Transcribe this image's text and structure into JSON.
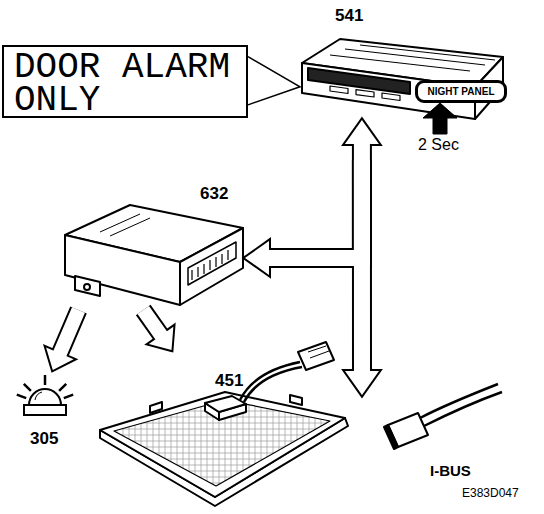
{
  "diagram": {
    "nodes": [
      {
        "text": [
          "DOOR ALARM ONLY"
        ]
      },
      {
        "text": [
          "541"
        ]
      },
      {
        "text": [
          "NIGHT PANEL"
        ],
        "in": 1
      },
      {
        "text": [
          "632"
        ]
      },
      {
        "text": [
          "305"
        ]
      },
      {
        "text": [
          "451"
        ]
      },
      {
        "text": [
          "I-BUS"
        ]
      }
    ],
    "edges": [
      {
        "from": 0,
        "to": 1,
        "arrow": "none"
      },
      {
        "from": 1,
        "to": 6,
        "arrow": "both"
      },
      {
        "from": 1,
        "to": 3,
        "arrow": "to"
      },
      {
        "from": 3,
        "to": 4,
        "arrow": "to"
      },
      {
        "from": 3,
        "to": 5,
        "arrow": "to"
      }
    ],
    "labels": [
      "2 Sec",
      "E383D047"
    ]
  }
}
